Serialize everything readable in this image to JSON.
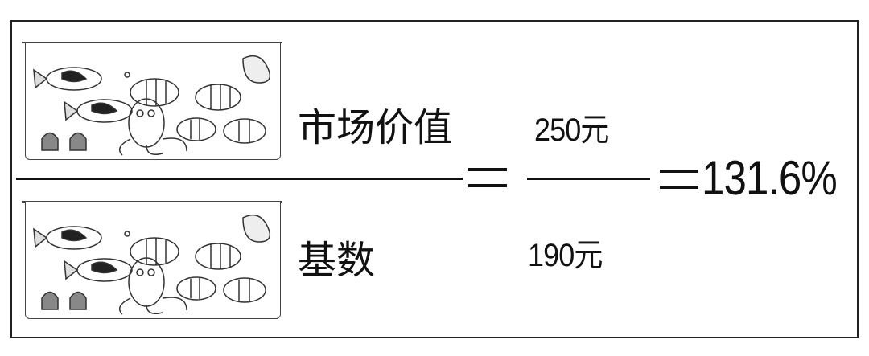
{
  "formula": {
    "numerator_label": "市场价值",
    "denominator_label": "基数",
    "numerator_value": "250元",
    "denominator_value": "190元",
    "result": "=131.6%"
  },
  "illustrations": {
    "top": "fish-tank-icon",
    "bottom": "fish-tank-icon"
  },
  "colors": {
    "ink": "#111111",
    "background": "#ffffff"
  }
}
